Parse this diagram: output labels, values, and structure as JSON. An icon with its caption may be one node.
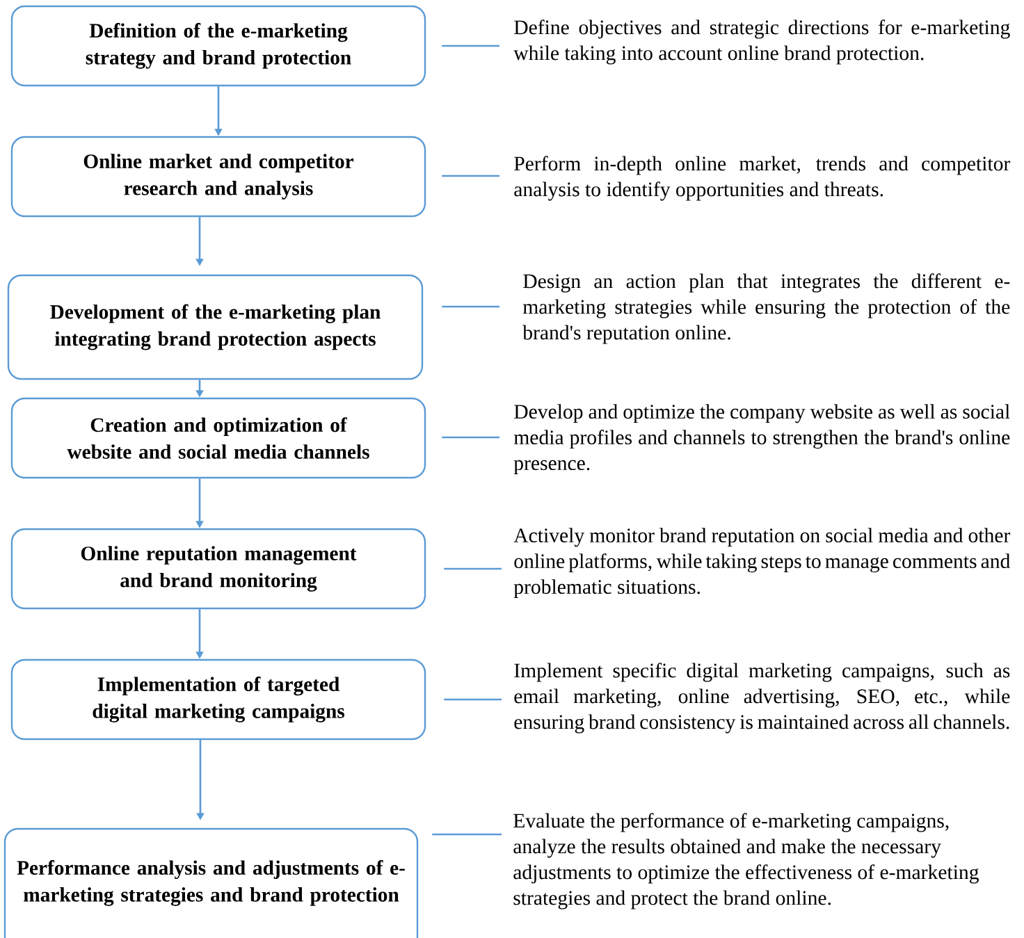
{
  "diagram": {
    "nodes": [
      {
        "text": [
          "Definition of the e-marketing strategy and brand protection"
        ]
      },
      {
        "text": [
          "Online market and competitor research and analysis"
        ]
      },
      {
        "text": [
          "Development of the e-marketing plan integrating brand protection aspects"
        ]
      },
      {
        "text": [
          "Creation and optimization of website and social media channels"
        ]
      },
      {
        "text": [
          "Online reputation management and brand monitoring"
        ]
      },
      {
        "text": [
          "Implementation of targeted digital marketing campaigns"
        ]
      },
      {
        "text": [
          "Performance analysis and adjustments of e-marketing strategies and brand protection"
        ]
      },
      {
        "text": [
          "Define objectives and strategic directions for e-marketing while taking into account online brand protection."
        ]
      },
      {
        "text": [
          "Perform in-depth online market, trends and competitor analysis to identify opportunities and threats."
        ]
      },
      {
        "text": [
          "Design an action plan that integrates the different e-marketing strategies while ensuring the protection of the brand's reputation online."
        ]
      },
      {
        "text": [
          "Develop and optimize the company website as well as social media profiles and channels to strengthen the brand's online presence."
        ]
      },
      {
        "text": [
          "Actively monitor brand reputation on social media and other online platforms, while taking steps to manage comments and problematic situations."
        ]
      },
      {
        "text": [
          "Implement specific digital marketing campaigns, such as email marketing, online advertising, SEO, etc., while ensuring brand consistency is maintained across all channels."
        ]
      },
      {
        "text": [
          "Evaluate the performance of e-marketing campaigns, analyze the results obtained and make the necessary adjustments to optimize the effectiveness of e-marketing strategies and protect the brand online."
        ]
      }
    ],
    "edges": [
      {
        "from": 0,
        "to": 1,
        "arrow": "to"
      },
      {
        "from": 1,
        "to": 2,
        "arrow": "to"
      },
      {
        "from": 2,
        "to": 3,
        "arrow": "to"
      },
      {
        "from": 3,
        "to": 4,
        "arrow": "to"
      },
      {
        "from": 4,
        "to": 5,
        "arrow": "to"
      },
      {
        "from": 5,
        "to": 6,
        "arrow": "to"
      },
      {
        "from": 0,
        "to": 7,
        "arrow": "none"
      },
      {
        "from": 1,
        "to": 8,
        "arrow": "none"
      },
      {
        "from": 2,
        "to": 9,
        "arrow": "none"
      },
      {
        "from": 3,
        "to": 10,
        "arrow": "none"
      },
      {
        "from": 4,
        "to": 11,
        "arrow": "none"
      },
      {
        "from": 5,
        "to": 12,
        "arrow": "none"
      },
      {
        "from": 6,
        "to": 13,
        "arrow": "none"
      }
    ]
  }
}
